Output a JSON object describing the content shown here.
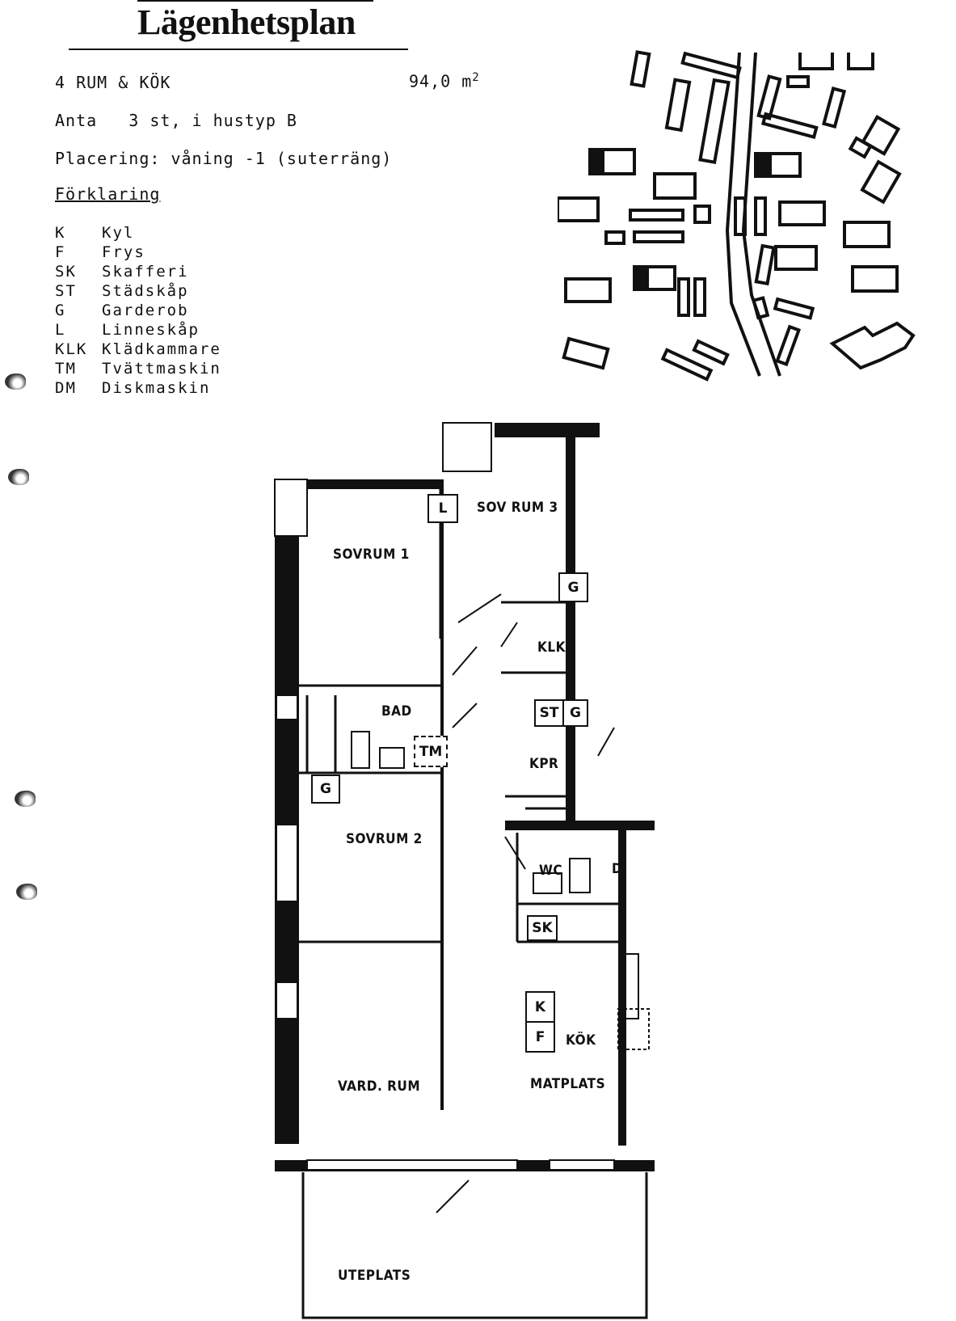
{
  "header": {
    "title": "Lägenhetsplan",
    "apartment_type": "4 RUM & KÖK",
    "area": "94,0 m",
    "area_unit_sup": "2",
    "count_line": "Anta   3 st, i hustyp B",
    "placement": "Placering: våning -1 (suterräng)",
    "legend_title": "Förklaring"
  },
  "legend": [
    {
      "key": "K",
      "label": "Kyl"
    },
    {
      "key": "F",
      "label": "Frys"
    },
    {
      "key": "SK",
      "label": "Skafferi"
    },
    {
      "key": "ST",
      "label": "Städskåp"
    },
    {
      "key": "G",
      "label": "Garderob"
    },
    {
      "key": "L",
      "label": "Linneskåp"
    },
    {
      "key": "KLK",
      "label": "Klädkammare"
    },
    {
      "key": "TM",
      "label": "Tvättmaskin"
    },
    {
      "key": "DM",
      "label": "Diskmaskin"
    }
  ],
  "plan": {
    "rooms": {
      "sovrum1": "SOVRUM 1",
      "sovrum3": "SOV RUM 3",
      "klk": "KLK",
      "bad": "BAD",
      "kpr": "KPR",
      "sovrum2": "SOVRUM 2",
      "wc": "WC",
      "d": "D",
      "kok": "KÖK",
      "vardrum": "VARD. RUM",
      "matplats": "MATPLATS",
      "uteplats": "UTEPLATS"
    },
    "fixtures": {
      "l": "L",
      "g1": "G",
      "st": "ST",
      "g2": "G",
      "tm": "TM",
      "g3": "G",
      "sk": "SK",
      "k": "K",
      "f": "F"
    }
  }
}
